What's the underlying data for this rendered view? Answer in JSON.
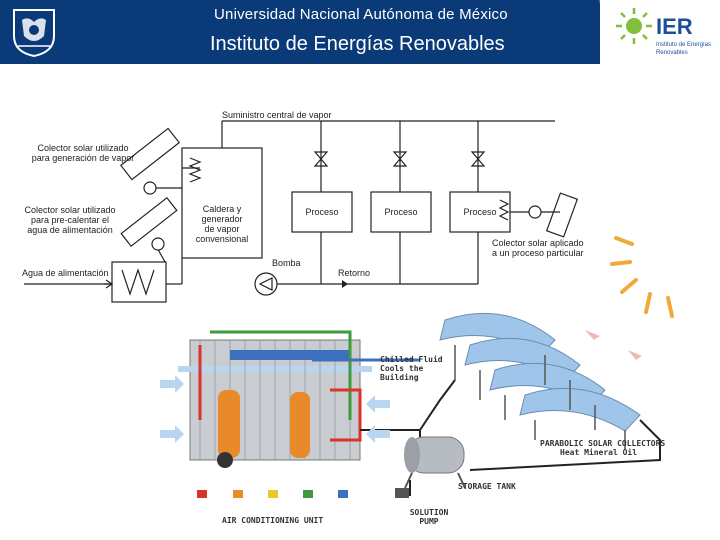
{
  "header": {
    "university": "Universidad Nacional Autónoma de México",
    "institute": "Instituto de Energías Renovables",
    "logo_text": "IER",
    "logo_sub_1": "Instituto de Energías",
    "logo_sub_2": "Renovables",
    "colors": {
      "banner": "#0b3a78",
      "accent": "#3a7cc7"
    }
  },
  "steam_diagram": {
    "supply_label": "Suministro central de vapor",
    "collector_steam": [
      "Colector solar utilizado",
      "para generación de vapor"
    ],
    "collector_preheat": [
      "Colector solar utilizado",
      "para pre-calentar el",
      "agua de alimentación"
    ],
    "feedwater": "Agua de alimentación",
    "boiler": [
      "Caldera y",
      "generador",
      "de vapor",
      "convensional"
    ],
    "process_1": "Proceso",
    "process_2": "Proceso",
    "process_3": "Proceso",
    "collector_process": [
      "Colector solar aplicado",
      "a un proceso particular"
    ],
    "pump": "Bomba",
    "return": "Retorno"
  },
  "ac_unit": {
    "chilled": [
      "Chilled Fluid",
      "Cools the",
      "Building"
    ],
    "collectors": [
      "PARABOLIC SOLAR COLLECTORS",
      "Heat Mineral Oil"
    ],
    "storage": "STORAGE TANK",
    "pump": [
      "SOLUTION",
      "PUMP"
    ],
    "unit": "AIR CONDITIONING UNIT",
    "legend_colors": [
      "#d9332b",
      "#e98a2a",
      "#e8c92a",
      "#3e9a3a",
      "#3d6fbf"
    ]
  }
}
